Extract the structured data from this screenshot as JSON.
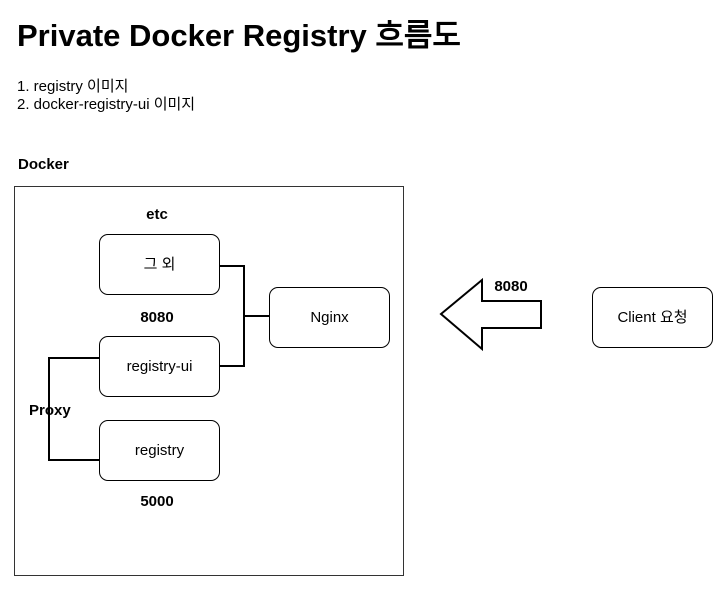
{
  "page": {
    "title": "Private Docker Registry 흐름도",
    "steps": [
      "1. registry 이미지",
      "2. docker-registry-ui 이미지"
    ]
  },
  "diagram": {
    "container_label": "Docker",
    "nodes": {
      "etc": "그 외",
      "registry_ui": "registry-ui",
      "registry": "registry",
      "nginx": "Nginx",
      "client": "Client 요청"
    },
    "labels": {
      "etc": "etc",
      "registry_ui_port": "8080",
      "registry_port": "5000",
      "proxy": "Proxy",
      "client_port": "8080"
    }
  }
}
